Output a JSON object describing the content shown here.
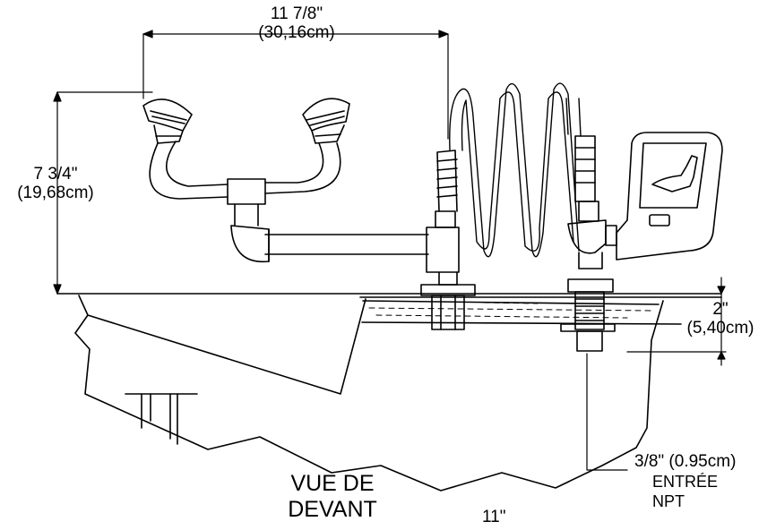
{
  "dimensions": {
    "width": {
      "imperial": "11 7/8\"",
      "metric": "(30,16cm)"
    },
    "height": {
      "imperial": "7 3/4\"",
      "metric": "(19,68cm)"
    },
    "thickness": {
      "imperial": "2\"",
      "metric": "(5,40cm)"
    },
    "bottom": "11\""
  },
  "inlet": {
    "size": "3/8\" (0.95cm)",
    "line1": "ENTRÉE",
    "line2": "NPT"
  },
  "view_title": {
    "line1": "VUE DE",
    "line2": "DEVANT"
  },
  "colors": {
    "line": "#000000",
    "background": "#ffffff"
  }
}
